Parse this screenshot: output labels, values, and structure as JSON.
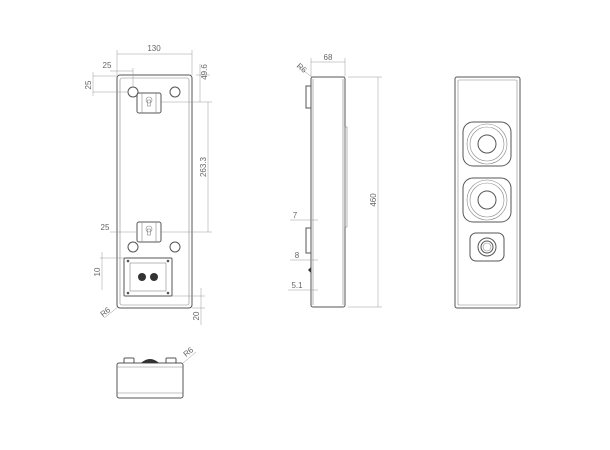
{
  "drawing": {
    "back_view": {
      "width": "130",
      "edge_offset_top": "25",
      "edge_offset_left": "25",
      "top_to_bracket": "49.6",
      "bracket_spacing": "263.3",
      "lower_offset": "25",
      "terminal_offset": "10",
      "corner_radius": "R6",
      "bottom_offset": "20"
    },
    "side_view": {
      "depth": "68",
      "corner_radius": "R6",
      "height": "460",
      "dim_a": "7",
      "dim_b": "8",
      "dim_c": "5.1"
    },
    "bottom_view": {
      "corner_radius": "R6"
    }
  }
}
